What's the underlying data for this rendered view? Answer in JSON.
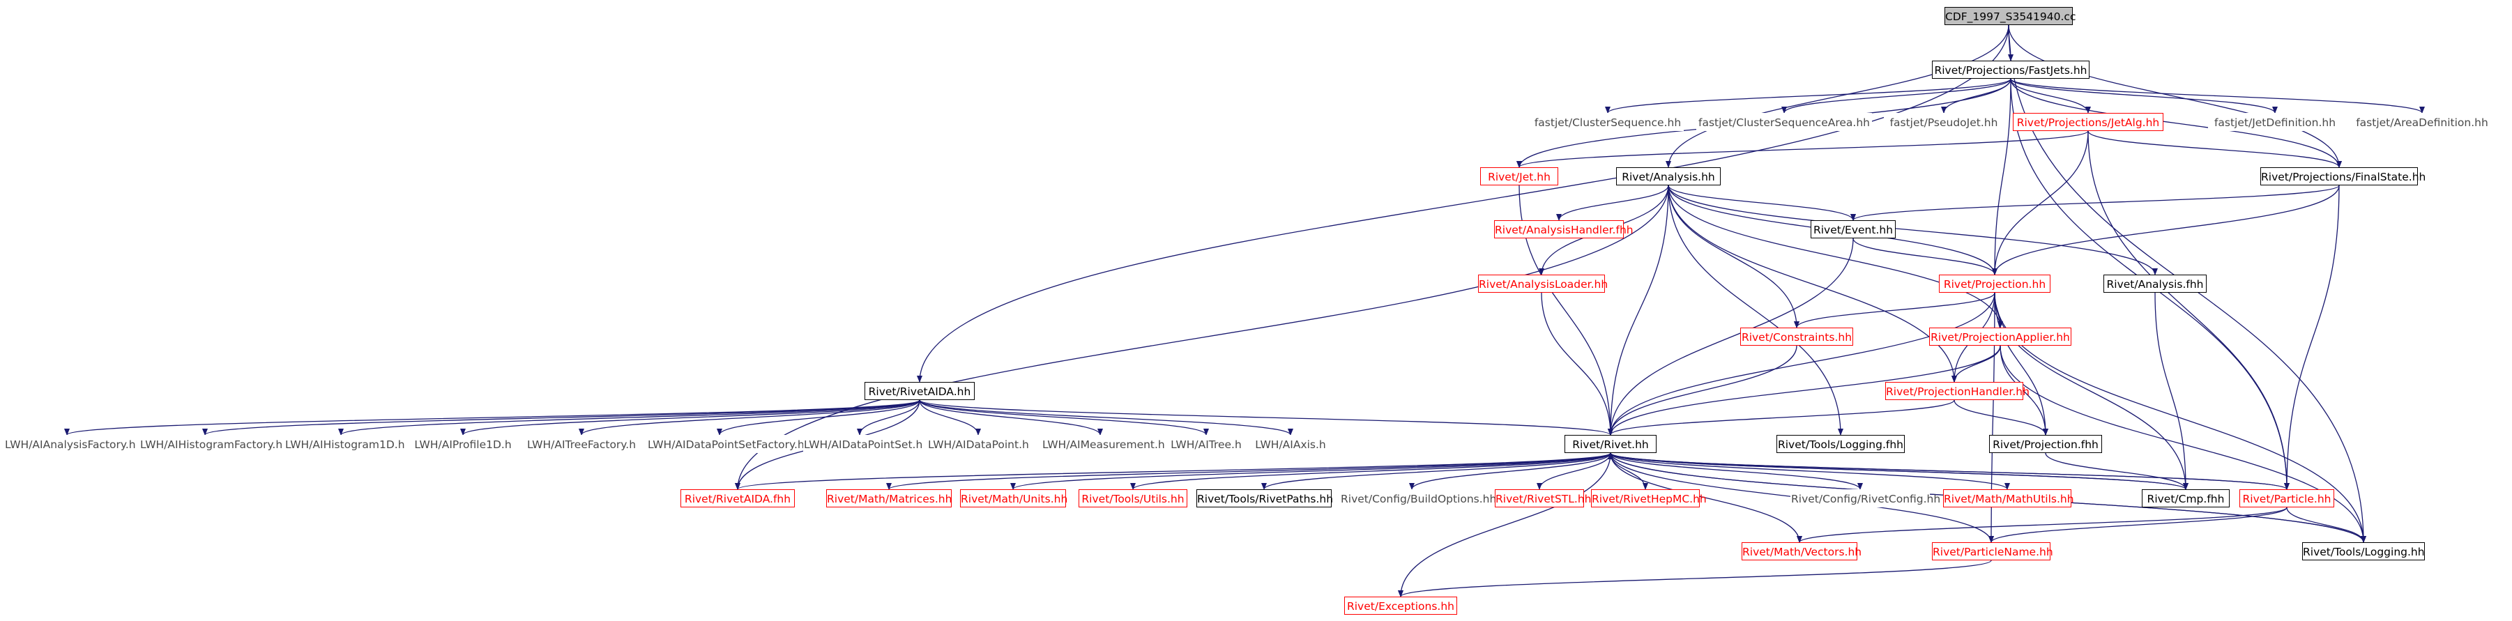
{
  "graph": {
    "root": "CDF_1997_S3541940.cc",
    "colors": {
      "edge": "#191970",
      "root_fill": "#bfbfbf",
      "documented_border": "#000000",
      "undocumented_border": "#ff0000",
      "external_text": "#4a4a4a"
    },
    "nodes": [
      {
        "id": "root",
        "label": "CDF_1997_S3541940.cc",
        "kind": "root"
      },
      {
        "id": "fastjets",
        "label": "Rivet/Projections/FastJets.hh",
        "kind": "doc"
      },
      {
        "id": "clusterseq",
        "label": "fastjet/ClusterSequence.hh",
        "kind": "ext"
      },
      {
        "id": "clusterseqarea",
        "label": "fastjet/ClusterSequenceArea.hh",
        "kind": "ext"
      },
      {
        "id": "pseudojet",
        "label": "fastjet/PseudoJet.hh",
        "kind": "ext"
      },
      {
        "id": "jetalg",
        "label": "Rivet/Projections/JetAlg.hh",
        "kind": "undoc"
      },
      {
        "id": "jetdef",
        "label": "fastjet/JetDefinition.hh",
        "kind": "ext"
      },
      {
        "id": "areadef",
        "label": "fastjet/AreaDefinition.hh",
        "kind": "ext"
      },
      {
        "id": "jet",
        "label": "Rivet/Jet.hh",
        "kind": "undoc"
      },
      {
        "id": "analysis",
        "label": "Rivet/Analysis.hh",
        "kind": "doc"
      },
      {
        "id": "finalstate",
        "label": "Rivet/Projections/FinalState.hh",
        "kind": "doc"
      },
      {
        "id": "analysishandlerfhh",
        "label": "Rivet/AnalysisHandler.fhh",
        "kind": "undoc"
      },
      {
        "id": "event",
        "label": "Rivet/Event.hh",
        "kind": "doc"
      },
      {
        "id": "analysisloader",
        "label": "Rivet/AnalysisLoader.hh",
        "kind": "undoc"
      },
      {
        "id": "projection",
        "label": "Rivet/Projection.hh",
        "kind": "undoc"
      },
      {
        "id": "analysisfhh",
        "label": "Rivet/Analysis.fhh",
        "kind": "doc"
      },
      {
        "id": "constraints",
        "label": "Rivet/Constraints.hh",
        "kind": "undoc"
      },
      {
        "id": "projapplier",
        "label": "Rivet/ProjectionApplier.hh",
        "kind": "undoc"
      },
      {
        "id": "projhandler",
        "label": "Rivet/ProjectionHandler.hh",
        "kind": "undoc"
      },
      {
        "id": "rivetaida",
        "label": "Rivet/RivetAIDA.hh",
        "kind": "doc"
      },
      {
        "id": "lwh_af",
        "label": "LWH/AIAnalysisFactory.h",
        "kind": "ext"
      },
      {
        "id": "lwh_hf",
        "label": "LWH/AIHistogramFactory.h",
        "kind": "ext"
      },
      {
        "id": "lwh_h1",
        "label": "LWH/AIHistogram1D.h",
        "kind": "ext"
      },
      {
        "id": "lwh_p1",
        "label": "LWH/AIProfile1D.h",
        "kind": "ext"
      },
      {
        "id": "lwh_tf",
        "label": "LWH/AITreeFactory.h",
        "kind": "ext"
      },
      {
        "id": "lwh_dpsf",
        "label": "LWH/AIDataPointSetFactory.h",
        "kind": "ext"
      },
      {
        "id": "lwh_dps",
        "label": "LWH/AIDataPointSet.h",
        "kind": "ext"
      },
      {
        "id": "lwh_dp",
        "label": "LWH/AIDataPoint.h",
        "kind": "ext"
      },
      {
        "id": "lwh_m",
        "label": "LWH/AIMeasurement.h",
        "kind": "ext"
      },
      {
        "id": "lwh_tree",
        "label": "LWH/AITree.h",
        "kind": "ext"
      },
      {
        "id": "lwh_axis",
        "label": "LWH/AIAxis.h",
        "kind": "ext"
      },
      {
        "id": "rivet",
        "label": "Rivet/Rivet.hh",
        "kind": "doc"
      },
      {
        "id": "toolslogfhh",
        "label": "Rivet/Tools/Logging.fhh",
        "kind": "doc"
      },
      {
        "id": "projfhh",
        "label": "Rivet/Projection.fhh",
        "kind": "doc"
      },
      {
        "id": "rivetaidafhh",
        "label": "Rivet/RivetAIDA.fhh",
        "kind": "undoc"
      },
      {
        "id": "matrices",
        "label": "Rivet/Math/Matrices.hh",
        "kind": "undoc"
      },
      {
        "id": "units",
        "label": "Rivet/Math/Units.hh",
        "kind": "undoc"
      },
      {
        "id": "utils",
        "label": "Rivet/Tools/Utils.hh",
        "kind": "undoc"
      },
      {
        "id": "rivetpaths",
        "label": "Rivet/Tools/RivetPaths.hh",
        "kind": "doc"
      },
      {
        "id": "buildopts",
        "label": "Rivet/Config/BuildOptions.hh",
        "kind": "ext"
      },
      {
        "id": "rivetstl",
        "label": "Rivet/RivetSTL.hh",
        "kind": "undoc"
      },
      {
        "id": "rivethepmc",
        "label": "Rivet/RivetHepMC.hh",
        "kind": "undoc"
      },
      {
        "id": "rivetconfig",
        "label": "Rivet/Config/RivetConfig.hh",
        "kind": "ext"
      },
      {
        "id": "mathutils",
        "label": "Rivet/Math/MathUtils.hh",
        "kind": "undoc"
      },
      {
        "id": "cmp",
        "label": "Rivet/Cmp.fhh",
        "kind": "doc"
      },
      {
        "id": "particle",
        "label": "Rivet/Particle.hh",
        "kind": "undoc"
      },
      {
        "id": "vectors",
        "label": "Rivet/Math/Vectors.hh",
        "kind": "undoc"
      },
      {
        "id": "particlename",
        "label": "Rivet/ParticleName.hh",
        "kind": "undoc"
      },
      {
        "id": "toolsloghh",
        "label": "Rivet/Tools/Logging.hh",
        "kind": "doc"
      },
      {
        "id": "exceptions",
        "label": "Rivet/Exceptions.hh",
        "kind": "undoc"
      }
    ],
    "edges": [
      [
        "root",
        "fastjets"
      ],
      [
        "root",
        "analysis"
      ],
      [
        "root",
        "rivetaida"
      ],
      [
        "root",
        "finalstate"
      ],
      [
        "root",
        "toolsloghh"
      ],
      [
        "fastjets",
        "clusterseq"
      ],
      [
        "fastjets",
        "clusterseqarea"
      ],
      [
        "fastjets",
        "pseudojet"
      ],
      [
        "fastjets",
        "jetalg"
      ],
      [
        "fastjets",
        "jetdef"
      ],
      [
        "fastjets",
        "areadef"
      ],
      [
        "fastjets",
        "jet"
      ],
      [
        "fastjets",
        "finalstate"
      ],
      [
        "fastjets",
        "projection"
      ],
      [
        "fastjets",
        "particle"
      ],
      [
        "jetalg",
        "jet"
      ],
      [
        "jetalg",
        "finalstate"
      ],
      [
        "jetalg",
        "projection"
      ],
      [
        "jetalg",
        "particle"
      ],
      [
        "jet",
        "rivet"
      ],
      [
        "analysis",
        "analysishandlerfhh"
      ],
      [
        "analysis",
        "event"
      ],
      [
        "analysis",
        "analysisloader"
      ],
      [
        "analysis",
        "projection"
      ],
      [
        "analysis",
        "analysisfhh"
      ],
      [
        "analysis",
        "constraints"
      ],
      [
        "analysis",
        "projapplier"
      ],
      [
        "analysis",
        "projhandler"
      ],
      [
        "analysis",
        "rivet"
      ],
      [
        "analysis",
        "toolslogfhh"
      ],
      [
        "analysis",
        "rivetaidafhh"
      ],
      [
        "finalstate",
        "event"
      ],
      [
        "finalstate",
        "projection"
      ],
      [
        "finalstate",
        "particle"
      ],
      [
        "event",
        "projection"
      ],
      [
        "event",
        "rivet"
      ],
      [
        "analysisloader",
        "rivet"
      ],
      [
        "analysisfhh",
        "cmp"
      ],
      [
        "projection",
        "constraints"
      ],
      [
        "projection",
        "projapplier"
      ],
      [
        "projection",
        "projhandler"
      ],
      [
        "projection",
        "rivet"
      ],
      [
        "projection",
        "projfhh"
      ],
      [
        "projection",
        "cmp"
      ],
      [
        "projection",
        "particlename"
      ],
      [
        "projection",
        "toolsloghh"
      ],
      [
        "projapplier",
        "projhandler"
      ],
      [
        "projapplier",
        "rivet"
      ],
      [
        "projapplier",
        "projfhh"
      ],
      [
        "projapplier",
        "toolsloghh"
      ],
      [
        "projhandler",
        "rivet"
      ],
      [
        "projhandler",
        "projfhh"
      ],
      [
        "constraints",
        "rivet"
      ],
      [
        "projfhh",
        "cmp"
      ],
      [
        "rivetaida",
        "lwh_af"
      ],
      [
        "rivetaida",
        "lwh_hf"
      ],
      [
        "rivetaida",
        "lwh_h1"
      ],
      [
        "rivetaida",
        "lwh_p1"
      ],
      [
        "rivetaida",
        "lwh_tf"
      ],
      [
        "rivetaida",
        "lwh_dpsf"
      ],
      [
        "rivetaida",
        "lwh_dps"
      ],
      [
        "rivetaida",
        "lwh_dp"
      ],
      [
        "rivetaida",
        "lwh_m"
      ],
      [
        "rivetaida",
        "lwh_tree"
      ],
      [
        "rivetaida",
        "lwh_axis"
      ],
      [
        "rivetaida",
        "rivet"
      ],
      [
        "rivetaida",
        "rivetaidafhh"
      ],
      [
        "rivet",
        "rivetaidafhh"
      ],
      [
        "rivet",
        "matrices"
      ],
      [
        "rivet",
        "units"
      ],
      [
        "rivet",
        "utils"
      ],
      [
        "rivet",
        "rivetpaths"
      ],
      [
        "rivet",
        "buildopts"
      ],
      [
        "rivet",
        "rivetstl"
      ],
      [
        "rivet",
        "rivethepmc"
      ],
      [
        "rivet",
        "rivetconfig"
      ],
      [
        "rivet",
        "mathutils"
      ],
      [
        "rivet",
        "cmp"
      ],
      [
        "rivet",
        "particle"
      ],
      [
        "rivet",
        "vectors"
      ],
      [
        "rivet",
        "particlename"
      ],
      [
        "rivet",
        "toolsloghh"
      ],
      [
        "rivet",
        "exceptions"
      ],
      [
        "particle",
        "rivet"
      ],
      [
        "particle",
        "vectors"
      ],
      [
        "particle",
        "particlename"
      ],
      [
        "particle",
        "toolsloghh"
      ],
      [
        "particlename",
        "exceptions"
      ],
      [
        "cmp",
        "rivet"
      ],
      [
        "toolsloghh",
        "rivet"
      ]
    ]
  }
}
